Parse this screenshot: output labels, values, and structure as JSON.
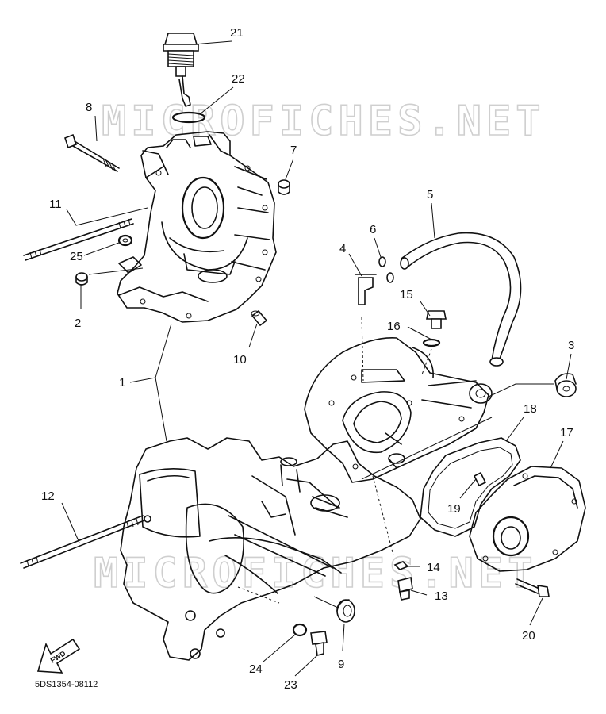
{
  "watermark": "MICROFICHES.NET",
  "diagram_code": "5DS1354-08112",
  "fwd_label": "FWD",
  "callouts": [
    "1",
    "2",
    "3",
    "4",
    "5",
    "6",
    "7",
    "8",
    "9",
    "10",
    "11",
    "12",
    "13",
    "14",
    "15",
    "16",
    "17",
    "18",
    "19",
    "20",
    "21",
    "22",
    "23",
    "24",
    "25"
  ]
}
